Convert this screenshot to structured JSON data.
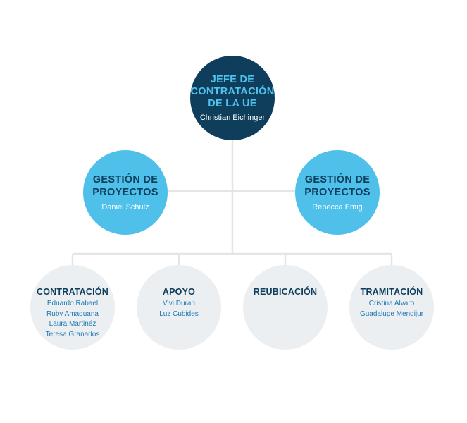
{
  "colors": {
    "dark_navy": "#0f3d5c",
    "light_blue": "#4ec0ea",
    "light_gray": "#eceff1",
    "connector": "#e3e6e8",
    "name_blue": "#1f78b4"
  },
  "top": {
    "title_lines": [
      "JEFE DE",
      "CONTRATACIÓN",
      "DE LA UE"
    ],
    "name": "Christian Eichinger"
  },
  "middle": [
    {
      "title_lines": [
        "GESTIÓN DE",
        "PROYECTOS"
      ],
      "name": "Daniel Schulz"
    },
    {
      "title_lines": [
        "GESTIÓN DE",
        "PROYECTOS"
      ],
      "name": "Rebecca Emig"
    }
  ],
  "bottom": [
    {
      "title": "CONTRATACIÓN",
      "names": [
        "Eduardo Rabael",
        "Ruby Amaguana",
        "Laura Martinéz",
        "Teresa Granados"
      ]
    },
    {
      "title": "APOYO",
      "names": [
        "Vivi Duran",
        "Luz Cubides"
      ]
    },
    {
      "title": "REUBICACIÓN",
      "names": []
    },
    {
      "title": "TRAMITACIÓN",
      "names": [
        "Cristina Alvaro",
        "Guadalupe Mendijur"
      ]
    }
  ]
}
